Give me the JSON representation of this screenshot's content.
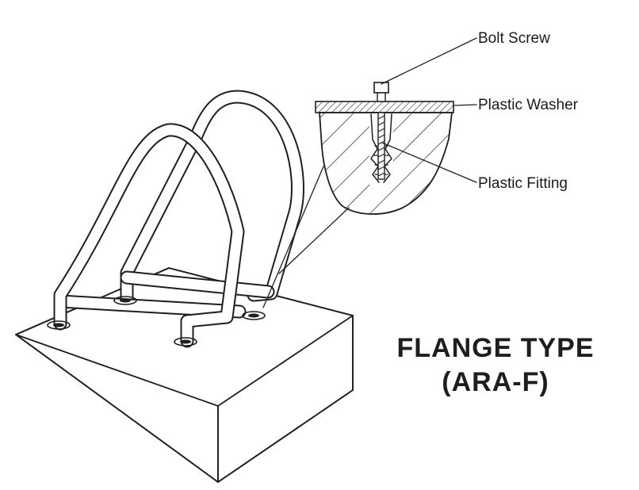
{
  "callouts": {
    "bolt_screw": "Bolt Screw",
    "plastic_washer": "Plastic Washer",
    "plastic_fitting": "Plastic Fitting"
  },
  "title": {
    "line1": "FLANGE TYPE",
    "line2": "(ARA-F)"
  },
  "colors": {
    "ink": "#1f1f1f",
    "background": "#ffffff"
  }
}
